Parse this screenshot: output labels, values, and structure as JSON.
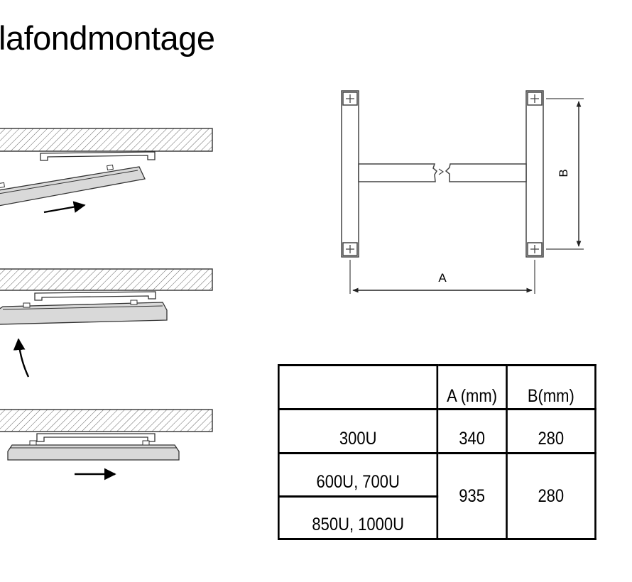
{
  "page": {
    "title": "lafondmontage"
  },
  "bracket_diagram": {
    "label_a": "A",
    "label_b": "B"
  },
  "dimension_table": {
    "headers": [
      "",
      "A (mm)",
      "B(mm)"
    ],
    "rows": [
      {
        "models": [
          "300U"
        ],
        "a": "340",
        "b": "280"
      },
      {
        "models": [
          "600U, 700U",
          "850U, 1000U"
        ],
        "a": "935",
        "b": "280"
      }
    ]
  },
  "colors": {
    "line": "#222222",
    "panel_fill": "#d9d9d9",
    "hatch": "#555555"
  }
}
